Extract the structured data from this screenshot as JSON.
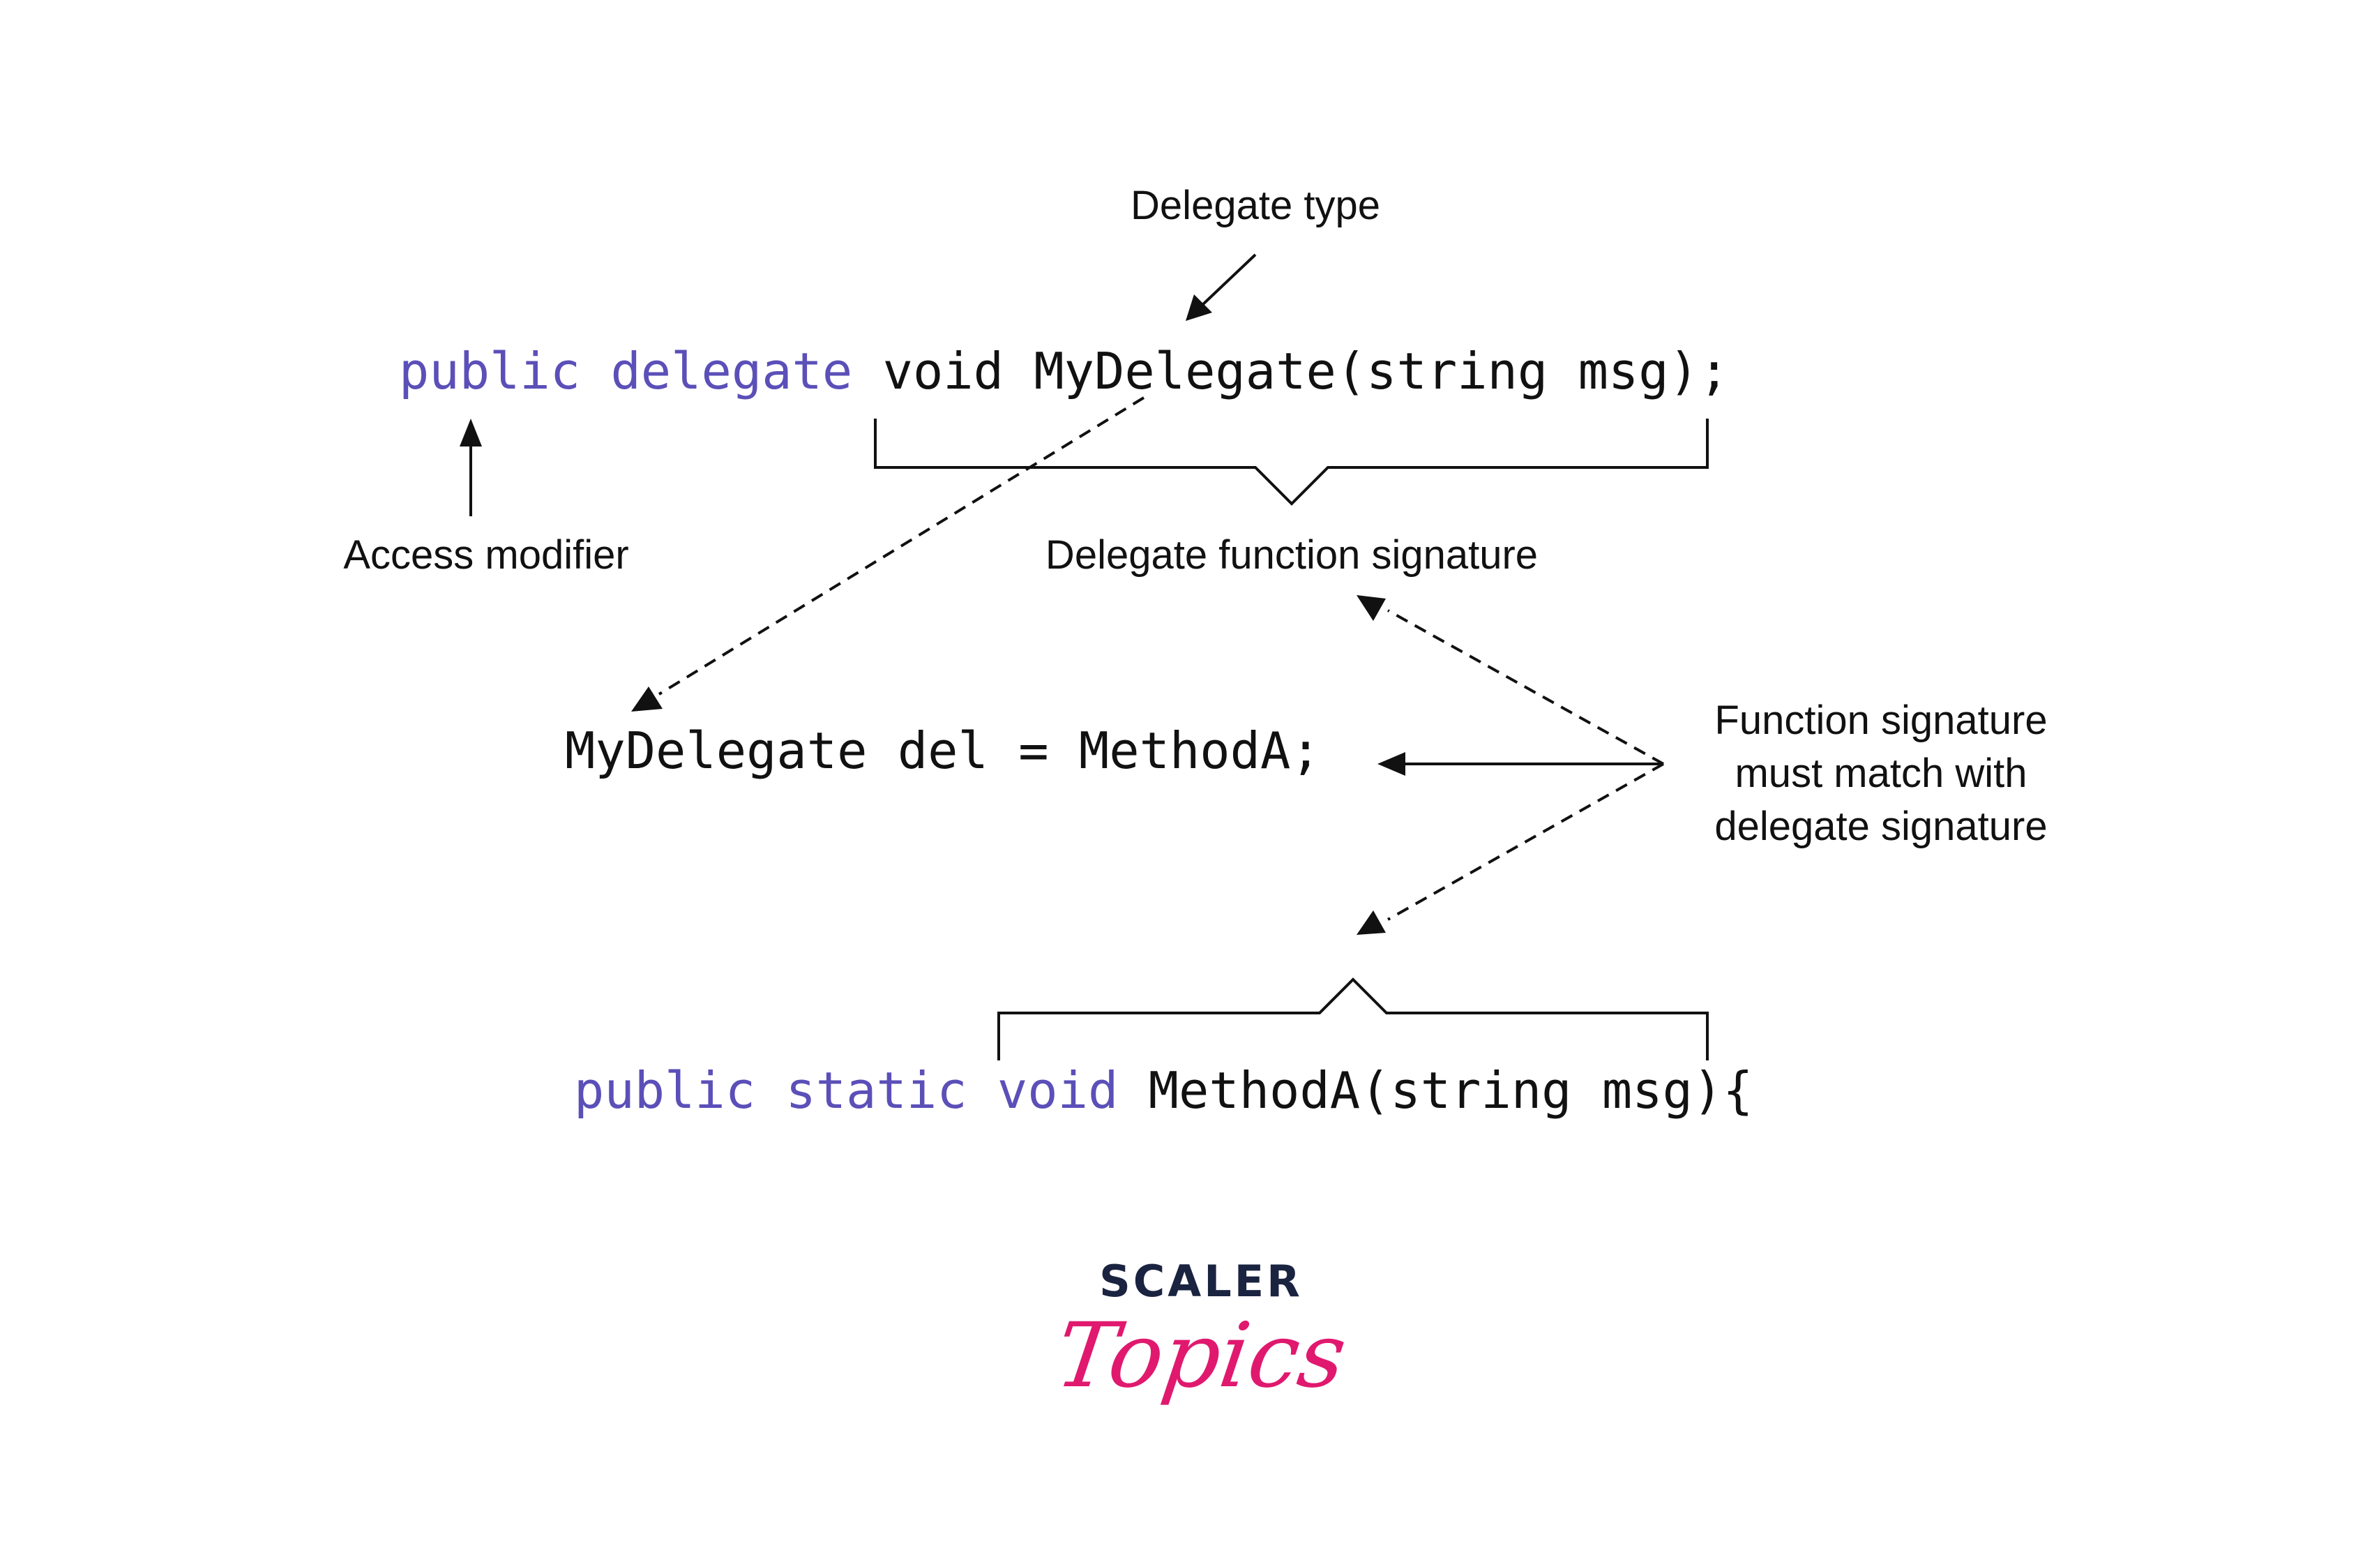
{
  "colors": {
    "keyword": "#5b4fb8",
    "text": "#111111",
    "logo_dark": "#1a2340",
    "logo_pink": "#e0196f"
  },
  "code": {
    "line1": {
      "kw1": "public",
      "kw2": "delegate",
      "rest": "void MyDelegate(string msg);"
    },
    "line2": {
      "text": "MyDelegate del = MethodA;"
    },
    "line3": {
      "kw1": "public",
      "kw2": "static",
      "kw3": "void",
      "rest": "MethodA(string msg){"
    }
  },
  "labels": {
    "delegate_type": "Delegate type",
    "access_modifier": "Access modifier",
    "delegate_signature": "Delegate function signature",
    "match_note": [
      "Function signature",
      "must match with",
      "delegate signature"
    ]
  },
  "logo": {
    "line1": "SCALER",
    "line2": "Topics"
  }
}
